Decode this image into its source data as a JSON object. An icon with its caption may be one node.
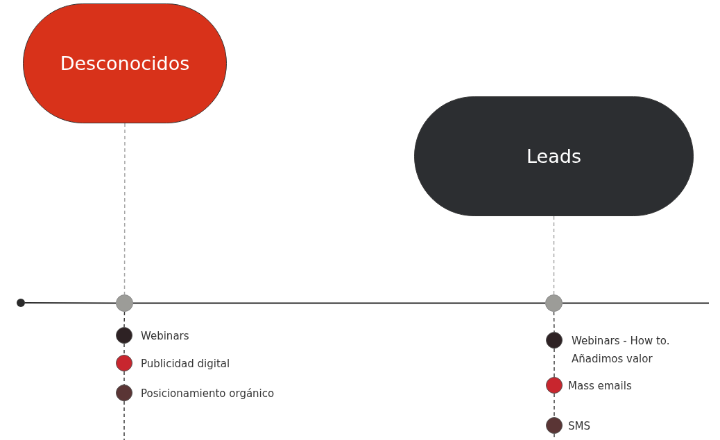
{
  "diagram": {
    "nodes": [
      {
        "text": [
          "Desconocidos"
        ]
      },
      {
        "text": [
          "Leads"
        ]
      },
      {
        "text": [],
        "shape": "circle"
      },
      {
        "text": [],
        "shape": "circle"
      },
      {
        "text": [],
        "shape": "circle"
      },
      {
        "text": [],
        "shape": "circle",
        "beside": [
          "Webinars"
        ]
      },
      {
        "text": [],
        "shape": "circle",
        "beside": [
          "Publicidad digital"
        ]
      },
      {
        "text": [],
        "shape": "circle",
        "beside": [
          "Posicionamiento orgánico"
        ]
      },
      {
        "text": [],
        "shape": "circle",
        "beside": [
          "Webinars - How to. Añadimos valor"
        ]
      },
      {
        "text": [],
        "shape": "circle",
        "beside": [
          "Mass emails"
        ]
      },
      {
        "text": [],
        "shape": "circle",
        "beside": [
          "SMS"
        ]
      }
    ],
    "edges": [
      {
        "from": 0,
        "to": 3,
        "arrow": "none",
        "style": "dashed",
        "color": "#a6a6a6"
      },
      {
        "from": 1,
        "to": 4,
        "arrow": "none",
        "style": "dashed",
        "color": "#a6a6a6"
      },
      {
        "from": 2,
        "to": 3,
        "arrow": "none"
      },
      {
        "from": 3,
        "to": 4,
        "arrow": "none"
      },
      {
        "from": 4,
        "to": null,
        "arrow": "none"
      },
      {
        "from": 3,
        "to": 5,
        "arrow": "none",
        "style": "dashed"
      },
      {
        "from": 5,
        "to": 6,
        "arrow": "none",
        "style": "dashed"
      },
      {
        "from": 6,
        "to": 7,
        "arrow": "none",
        "style": "dashed"
      },
      {
        "from": 7,
        "to": null,
        "arrow": "none",
        "style": "dashed"
      },
      {
        "from": 4,
        "to": 8,
        "arrow": "none",
        "style": "dashed"
      },
      {
        "from": 8,
        "to": 9,
        "arrow": "none",
        "style": "dashed"
      },
      {
        "from": 9,
        "to": 10,
        "arrow": "none",
        "style": "dashed"
      },
      {
        "from": 10,
        "to": null,
        "arrow": "none",
        "style": "dashed"
      }
    ]
  }
}
